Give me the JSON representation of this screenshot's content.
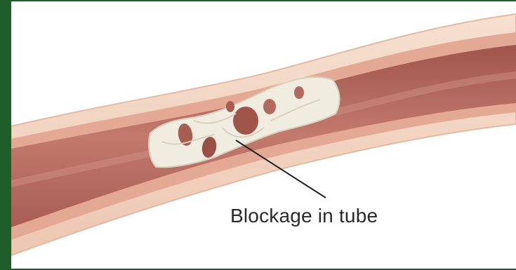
{
  "diagram": {
    "callout_label": "Blockage in tube",
    "colors": {
      "frame_green": "#1d5e2a",
      "wall_outer": "#f3d6c4",
      "wall_mid": "#e8b8a0",
      "lumen": "#b9695e",
      "lumen_dark": "#9a4f46",
      "blockage": "#f1ece0",
      "blockage_shadow": "#d9d0bd"
    },
    "icons": [
      "tube-illustration",
      "blockage-mass",
      "callout-line"
    ]
  }
}
